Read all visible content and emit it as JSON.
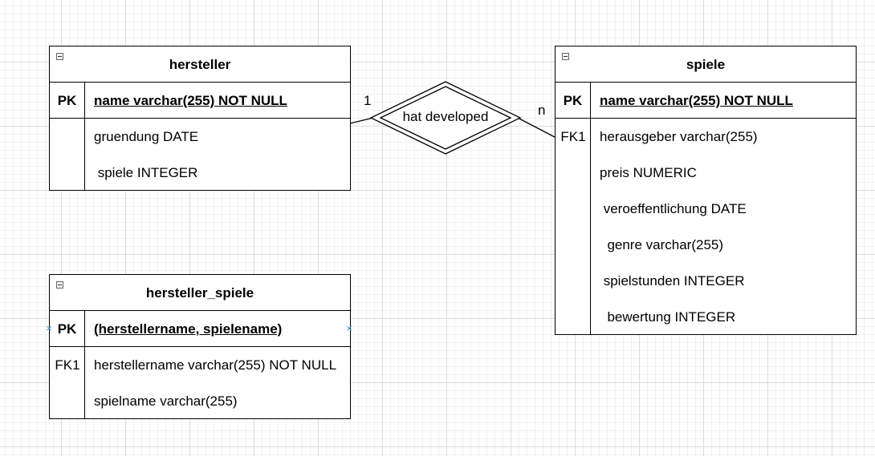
{
  "entities": {
    "hersteller": {
      "title": "hersteller",
      "pk_key": "PK",
      "pk_attr": "name varchar(255) NOT NULL",
      "rows": [
        {
          "key": "",
          "attr": "gruendung DATE"
        },
        {
          "key": "",
          "attr": " spiele INTEGER"
        }
      ]
    },
    "spiele": {
      "title": "spiele",
      "pk_key": "PK",
      "pk_attr": "name varchar(255) NOT NULL",
      "rows": [
        {
          "key": "FK1",
          "attr": "herausgeber varchar(255)"
        },
        {
          "key": "",
          "attr": "preis NUMERIC"
        },
        {
          "key": "",
          "attr": " veroeffentlichung DATE"
        },
        {
          "key": "",
          "attr": "  genre varchar(255)"
        },
        {
          "key": "",
          "attr": " spielstunden INTEGER"
        },
        {
          "key": "",
          "attr": "  bewertung INTEGER"
        }
      ]
    },
    "hersteller_spiele": {
      "title": "hersteller_spiele",
      "pk_key": "PK",
      "pk_attr": "(herstellername, spielename)",
      "rows": [
        {
          "key": "FK1",
          "attr": "herstellername varchar(255) NOT NULL"
        },
        {
          "key": "",
          "attr": "spielname varchar(255)"
        }
      ]
    }
  },
  "relationship": {
    "label": "hat developed",
    "left_cardinality": "1",
    "right_cardinality": "n"
  },
  "icons": {
    "collapse": "collapse-minus-icon",
    "anchor": "connection-anchor-icon"
  },
  "colors": {
    "line": "#000000",
    "grid_major": "#dcdcdc",
    "grid_minor": "#f1f1f1",
    "anchor": "#3a9be0"
  }
}
